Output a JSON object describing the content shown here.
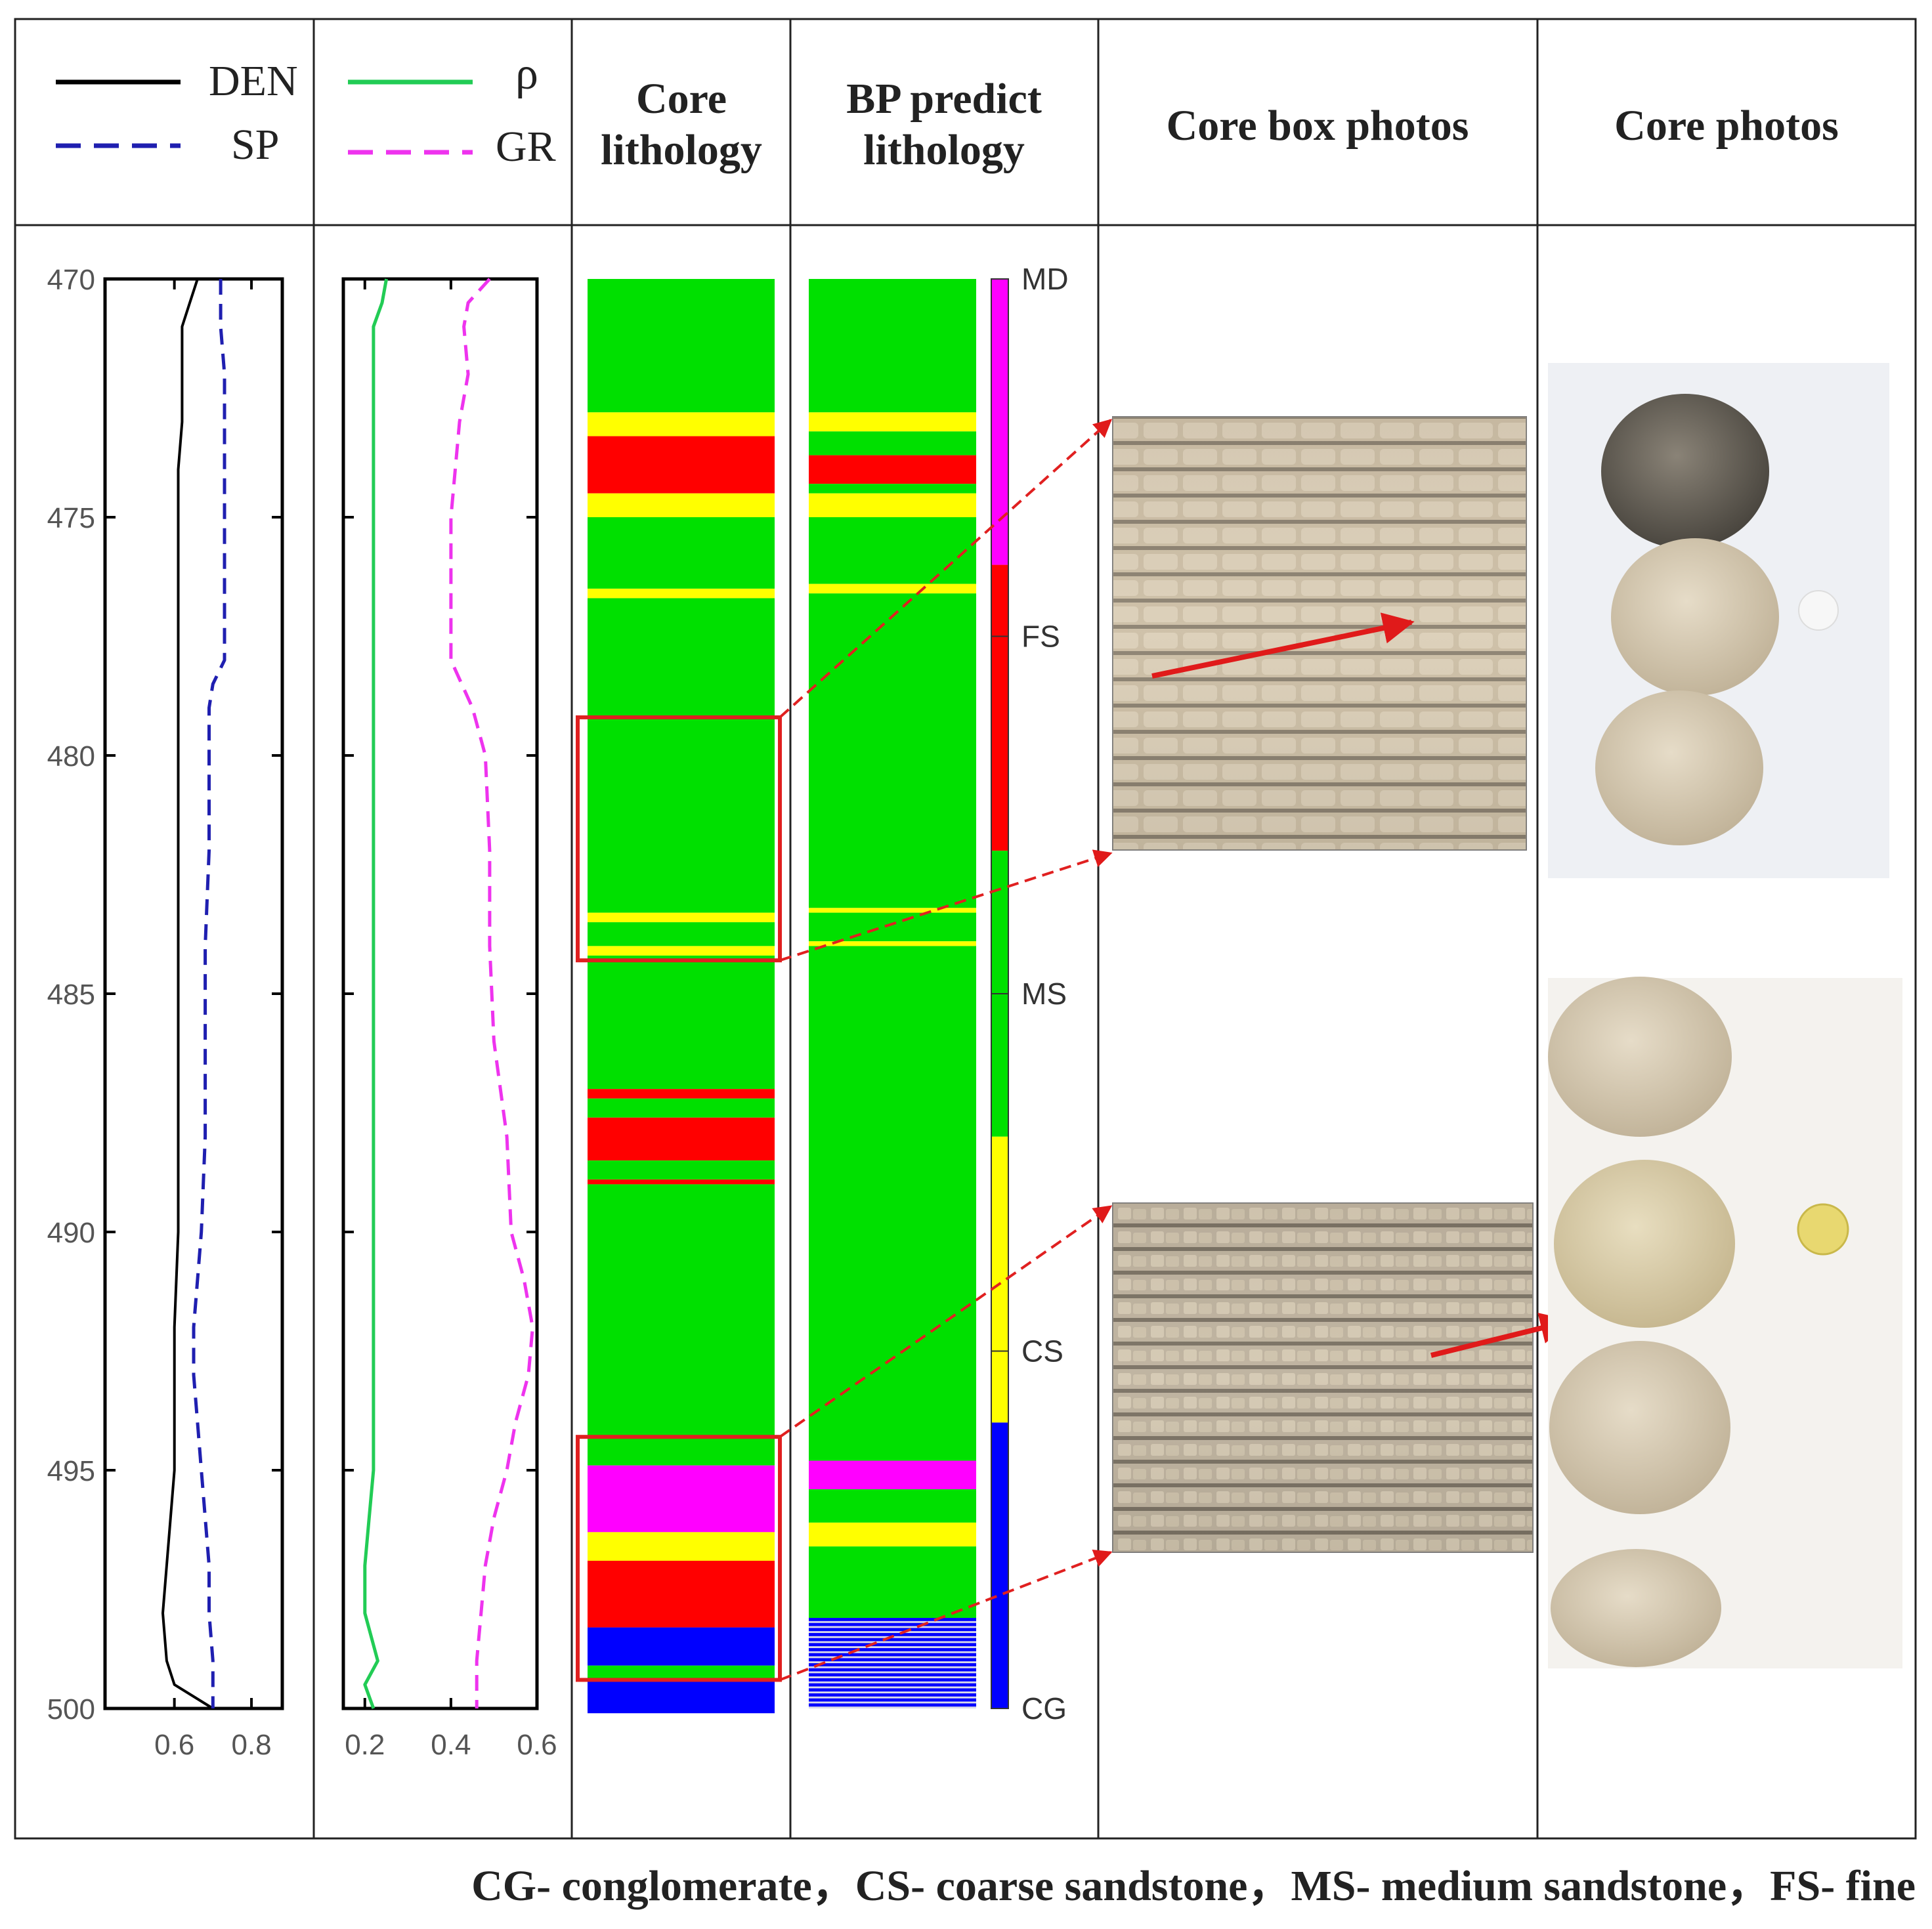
{
  "headers": {
    "core_lithology": [
      "Core",
      "lithology"
    ],
    "bp_lithology": [
      "BP predict",
      "lithology"
    ],
    "core_box_photos": "Core box photos",
    "core_photos": "Core photos"
  },
  "legend": {
    "den": "DEN",
    "sp": "SP",
    "rho": "ρ",
    "gr": "GR"
  },
  "depth_axis": {
    "min": 470,
    "max": 500,
    "ticks": [
      "470",
      "475",
      "480",
      "485",
      "490",
      "495",
      "500"
    ]
  },
  "track1_ticks": [
    "0.6",
    "0.8"
  ],
  "track2_ticks": [
    "0.2",
    "0.4",
    "0.6"
  ],
  "lithology_labels": [
    "MD",
    "FS",
    "MS",
    "CS",
    "CG"
  ],
  "caption": "CG- conglomerate，CS- coarse sandstone，MS- medium sandstone，FS- fine",
  "colors": {
    "MD": "#ff00ff",
    "FS": "#ff0000",
    "MS": "#00e000",
    "CS": "#ffff00",
    "CG": "#0000ff",
    "DEN": "#000000",
    "SP": "#1f1fb0",
    "rho": "#22cc55",
    "GR": "#ee33ee",
    "highlight": "#e02020"
  },
  "chart_data": {
    "type": "line",
    "depth_range": [
      470,
      500
    ],
    "track1": {
      "xlim": [
        0.42,
        0.88
      ],
      "series": [
        {
          "name": "DEN",
          "points": [
            [
              470.0,
              0.66
            ],
            [
              470.5,
              0.64
            ],
            [
              471,
              0.62
            ],
            [
              472,
              0.62
            ],
            [
              473,
              0.62
            ],
            [
              474,
              0.61
            ],
            [
              475,
              0.61
            ],
            [
              476,
              0.61
            ],
            [
              477,
              0.61
            ],
            [
              478,
              0.61
            ],
            [
              479,
              0.61
            ],
            [
              480,
              0.61
            ],
            [
              482,
              0.61
            ],
            [
              484,
              0.61
            ],
            [
              486,
              0.61
            ],
            [
              488,
              0.61
            ],
            [
              490,
              0.61
            ],
            [
              492,
              0.6
            ],
            [
              494,
              0.6
            ],
            [
              495,
              0.6
            ],
            [
              496,
              0.59
            ],
            [
              497,
              0.58
            ],
            [
              498,
              0.57
            ],
            [
              499,
              0.58
            ],
            [
              499.5,
              0.6
            ],
            [
              500,
              0.7
            ]
          ]
        },
        {
          "name": "SP",
          "points": [
            [
              470,
              0.72
            ],
            [
              471,
              0.72
            ],
            [
              472,
              0.73
            ],
            [
              474,
              0.73
            ],
            [
              476,
              0.73
            ],
            [
              477,
              0.73
            ],
            [
              478,
              0.73
            ],
            [
              478.5,
              0.7
            ],
            [
              479,
              0.69
            ],
            [
              480,
              0.69
            ],
            [
              482,
              0.69
            ],
            [
              484,
              0.68
            ],
            [
              486,
              0.68
            ],
            [
              488,
              0.68
            ],
            [
              490,
              0.67
            ],
            [
              491,
              0.66
            ],
            [
              492,
              0.65
            ],
            [
              493,
              0.65
            ],
            [
              494,
              0.66
            ],
            [
              495,
              0.67
            ],
            [
              496,
              0.68
            ],
            [
              497,
              0.69
            ],
            [
              498,
              0.69
            ],
            [
              499,
              0.7
            ],
            [
              500,
              0.7
            ]
          ]
        }
      ]
    },
    "track2": {
      "xlim": [
        0.15,
        0.6
      ],
      "series": [
        {
          "name": "ρ",
          "points": [
            [
              470,
              0.25
            ],
            [
              470.5,
              0.24
            ],
            [
              471,
              0.22
            ],
            [
              472,
              0.22
            ],
            [
              474,
              0.22
            ],
            [
              476,
              0.22
            ],
            [
              478,
              0.22
            ],
            [
              480,
              0.22
            ],
            [
              482,
              0.22
            ],
            [
              484,
              0.22
            ],
            [
              486,
              0.22
            ],
            [
              488,
              0.22
            ],
            [
              490,
              0.22
            ],
            [
              492,
              0.22
            ],
            [
              494,
              0.22
            ],
            [
              495,
              0.22
            ],
            [
              496,
              0.21
            ],
            [
              497,
              0.2
            ],
            [
              498,
              0.2
            ],
            [
              499,
              0.23
            ],
            [
              499.5,
              0.2
            ],
            [
              500,
              0.22
            ]
          ]
        },
        {
          "name": "GR",
          "points": [
            [
              470,
              0.49
            ],
            [
              470.5,
              0.44
            ],
            [
              471,
              0.43
            ],
            [
              472,
              0.44
            ],
            [
              473,
              0.42
            ],
            [
              475,
              0.4
            ],
            [
              477,
              0.4
            ],
            [
              478,
              0.4
            ],
            [
              479,
              0.45
            ],
            [
              480,
              0.48
            ],
            [
              482,
              0.49
            ],
            [
              484,
              0.49
            ],
            [
              486,
              0.5
            ],
            [
              488,
              0.53
            ],
            [
              490,
              0.54
            ],
            [
              491,
              0.57
            ],
            [
              492,
              0.59
            ],
            [
              493,
              0.58
            ],
            [
              494,
              0.55
            ],
            [
              495,
              0.53
            ],
            [
              496,
              0.5
            ],
            [
              497,
              0.48
            ],
            [
              498,
              0.47
            ],
            [
              499,
              0.46
            ],
            [
              500,
              0.46
            ]
          ]
        }
      ]
    },
    "core_lithology": [
      {
        "top": 470.0,
        "bottom": 472.8,
        "lith": "MS"
      },
      {
        "top": 472.8,
        "bottom": 473.3,
        "lith": "CS"
      },
      {
        "top": 473.3,
        "bottom": 474.5,
        "lith": "FS"
      },
      {
        "top": 474.5,
        "bottom": 475.0,
        "lith": "CS"
      },
      {
        "top": 475.0,
        "bottom": 476.5,
        "lith": "MS"
      },
      {
        "top": 476.5,
        "bottom": 476.7,
        "lith": "CS"
      },
      {
        "top": 476.7,
        "bottom": 483.3,
        "lith": "MS"
      },
      {
        "top": 483.3,
        "bottom": 483.5,
        "lith": "CS"
      },
      {
        "top": 483.5,
        "bottom": 484.0,
        "lith": "MS"
      },
      {
        "top": 484.0,
        "bottom": 484.2,
        "lith": "CS"
      },
      {
        "top": 484.2,
        "bottom": 487.0,
        "lith": "MS"
      },
      {
        "top": 487.0,
        "bottom": 487.2,
        "lith": "FS"
      },
      {
        "top": 487.2,
        "bottom": 487.6,
        "lith": "MS"
      },
      {
        "top": 487.6,
        "bottom": 488.5,
        "lith": "FS"
      },
      {
        "top": 488.5,
        "bottom": 488.9,
        "lith": "MS"
      },
      {
        "top": 488.9,
        "bottom": 489.0,
        "lith": "FS"
      },
      {
        "top": 489.0,
        "bottom": 494.9,
        "lith": "MS"
      },
      {
        "top": 494.9,
        "bottom": 496.3,
        "lith": "MD"
      },
      {
        "top": 496.3,
        "bottom": 496.9,
        "lith": "CS"
      },
      {
        "top": 496.9,
        "bottom": 498.3,
        "lith": "FS"
      },
      {
        "top": 498.3,
        "bottom": 499.1,
        "lith": "CG"
      },
      {
        "top": 499.1,
        "bottom": 499.4,
        "lith": "MS"
      },
      {
        "top": 499.4,
        "bottom": 500.1,
        "lith": "CG"
      }
    ],
    "bp_lithology": [
      {
        "top": 470.0,
        "bottom": 472.8,
        "lith": "MS"
      },
      {
        "top": 472.8,
        "bottom": 473.2,
        "lith": "CS"
      },
      {
        "top": 473.2,
        "bottom": 473.7,
        "lith": "MS"
      },
      {
        "top": 473.7,
        "bottom": 474.3,
        "lith": "FS"
      },
      {
        "top": 474.3,
        "bottom": 474.5,
        "lith": "MS"
      },
      {
        "top": 474.5,
        "bottom": 475.0,
        "lith": "CS"
      },
      {
        "top": 475.0,
        "bottom": 476.4,
        "lith": "MS"
      },
      {
        "top": 476.4,
        "bottom": 476.6,
        "lith": "CS"
      },
      {
        "top": 476.6,
        "bottom": 483.2,
        "lith": "MS"
      },
      {
        "top": 483.2,
        "bottom": 483.3,
        "lith": "CS"
      },
      {
        "top": 483.3,
        "bottom": 483.9,
        "lith": "MS"
      },
      {
        "top": 483.9,
        "bottom": 484.0,
        "lith": "CS"
      },
      {
        "top": 484.0,
        "bottom": 494.8,
        "lith": "MS"
      },
      {
        "top": 494.8,
        "bottom": 495.4,
        "lith": "MD"
      },
      {
        "top": 495.4,
        "bottom": 496.1,
        "lith": "MS"
      },
      {
        "top": 496.1,
        "bottom": 496.6,
        "lith": "CS"
      },
      {
        "top": 496.6,
        "bottom": 498.1,
        "lith": "MS"
      },
      {
        "top": 498.1,
        "bottom": 500.0,
        "lith": "CG_striped"
      }
    ],
    "lithology_scale": [
      {
        "top": 470.0,
        "bottom": 476.0,
        "lith": "MD"
      },
      {
        "top": 476.0,
        "bottom": 482.0,
        "lith": "FS"
      },
      {
        "top": 482.0,
        "bottom": 488.0,
        "lith": "MS"
      },
      {
        "top": 488.0,
        "bottom": 494.0,
        "lith": "CS"
      },
      {
        "top": 494.0,
        "bottom": 500.0,
        "lith": "CG"
      }
    ],
    "highlight_intervals": [
      [
        479.2,
        484.3
      ],
      [
        494.3,
        499.4
      ]
    ]
  }
}
